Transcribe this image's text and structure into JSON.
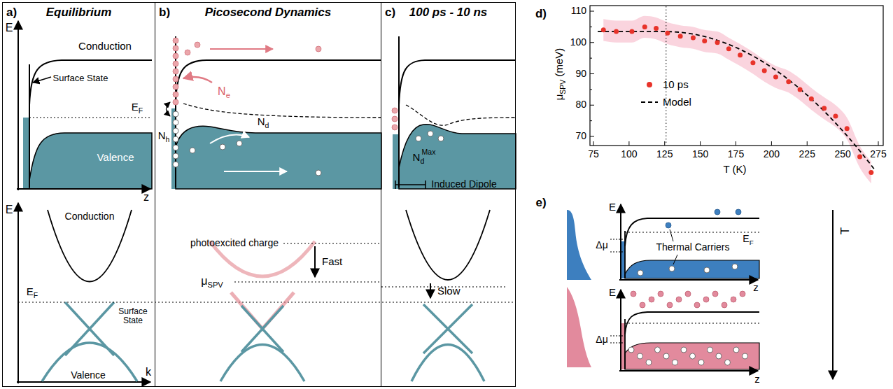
{
  "diagram": {
    "nodes": [
      {
        "text": [
          "a)",
          "Equilibrium"
        ]
      },
      {
        "text": [
          "b)",
          "Picosecond Dynamics"
        ]
      },
      {
        "text": [
          "c)",
          "100 ps - 10 ns"
        ]
      }
    ],
    "labels": [
      "E",
      "Conduction",
      "Surface State",
      "EF",
      "Valence",
      "z",
      "E",
      "Conduction",
      "EF",
      "Surface State",
      "Valence",
      "k",
      "Ne",
      "Nh",
      "Nd",
      "photoexcited charge",
      "Fast",
      "μSPV",
      "NdMax",
      "Induced Dipole",
      "Slow",
      "d)",
      "μSPV (meV)",
      "110",
      "100",
      "90",
      "80",
      "70",
      "75",
      "100",
      "125",
      "150",
      "175",
      "200",
      "225",
      "250",
      "275",
      "T (K)",
      "e)",
      "E",
      "Thermal Carriers",
      "EF",
      "Δμ",
      "z",
      "E",
      "Δμ",
      "z",
      "T"
    ],
    "legend": [
      {
        "text": "10 ps",
        "color": "#e8332a"
      },
      {
        "text": "Model"
      }
    ]
  }
}
